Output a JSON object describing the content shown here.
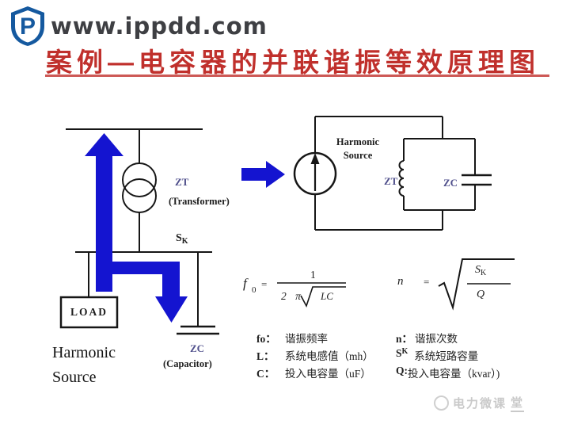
{
  "header": {
    "logo_letter": "P",
    "site": "www.ippdd.com",
    "title": "案例—电容器的并联谐振等效原理图"
  },
  "left_circuit": {
    "zt": "ZT",
    "zt_caption": "(Transformer)",
    "s": "S",
    "s_sub": "K",
    "load": "LOAD",
    "zc": "ZC",
    "zc_caption": "(Capacitor)",
    "harmonic_line1": "Harmonic",
    "harmonic_line2": "Source"
  },
  "right_circuit": {
    "harmonic_line1": "Harmonic",
    "harmonic_line2": "Source",
    "zt": "ZT",
    "zc": "ZC"
  },
  "formulas": {
    "f0": {
      "lhs": "f",
      "sub": "0",
      "eq": "=",
      "num": "1",
      "den": "2 π",
      "radicand": "LC"
    },
    "n": {
      "lhs": "n",
      "eq": "=",
      "num": "S",
      "num_sub": "K",
      "den": "Q"
    }
  },
  "legend": {
    "left": [
      {
        "term": "fo：",
        "desc": "谐振频率"
      },
      {
        "term": "L：",
        "desc": "系统电感值（mh）"
      },
      {
        "term": "C：",
        "desc": "投入电容量（uF）"
      }
    ],
    "right": [
      {
        "term": "n：",
        "desc": "谐振次数"
      },
      {
        "term": "S",
        "term_sub": "K",
        "desc": "系统短路容量"
      },
      {
        "term": "Q:",
        "desc": "投入电容量（kvar）)"
      }
    ]
  },
  "watermark": {
    "text_main": "电力微课",
    "text_end": "堂"
  },
  "colors": {
    "title_red": "#c0302c",
    "arrow_blue": "#1414d0",
    "label_indigo": "#50508c",
    "logo_blue": "#15599f",
    "line": "#161616"
  }
}
